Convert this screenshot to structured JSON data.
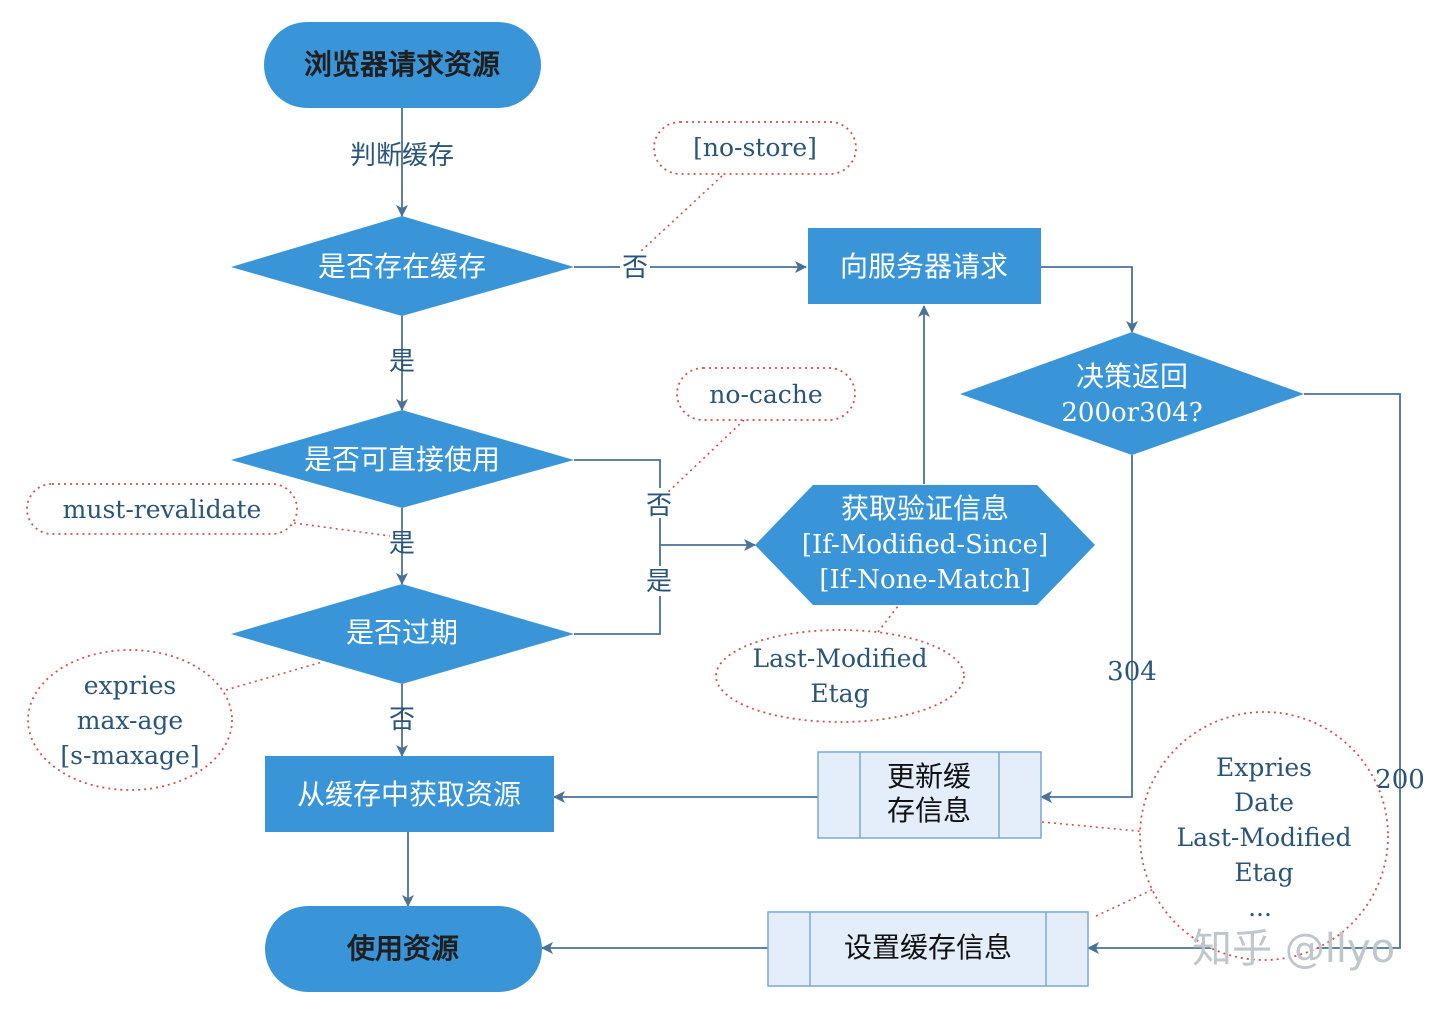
{
  "nodes": {
    "start": "浏览器请求资源",
    "has_cache": "是否存在缓存",
    "can_use": "是否可直接使用",
    "expired": "是否过期",
    "from_cache": "从缓存中获取资源",
    "use": "使用资源",
    "request_server": "向服务器请求",
    "decide_line1": "决策返回",
    "decide_line2": "200or304?",
    "validate_line1": "获取验证信息",
    "validate_line2": "[If-Modified-Since]",
    "validate_line3": "[If-None-Match]",
    "update_line1": "更新缓",
    "update_line2": "存信息",
    "set_cache": "设置缓存信息"
  },
  "edges": {
    "judge_cache": "判断缓存",
    "no1": "否",
    "yes1": "是",
    "no2": "否",
    "yes2": "是",
    "yes3": "是",
    "no3": "否",
    "code304": "304",
    "code200": "200"
  },
  "notes": {
    "no_store": "[no-store]",
    "no_cache": "no-cache",
    "must_revalidate": "must-revalidate",
    "expiry_line1": "expries",
    "expiry_line2": "max-age",
    "expiry_line3": "[s-maxage]",
    "validators_line1": "Last-Modified",
    "validators_line2": "Etag",
    "headers_line1": "Expries",
    "headers_line2": "Date",
    "headers_line3": "Last-Modified",
    "headers_line4": "Etag",
    "headers_line5": "..."
  },
  "watermark": "知乎 @llyo",
  "colors": {
    "node_fill": "#3a95d8",
    "subprocess_fill": "#e3eefa",
    "edge": "#4a7196",
    "note_border": "#d3504a"
  }
}
